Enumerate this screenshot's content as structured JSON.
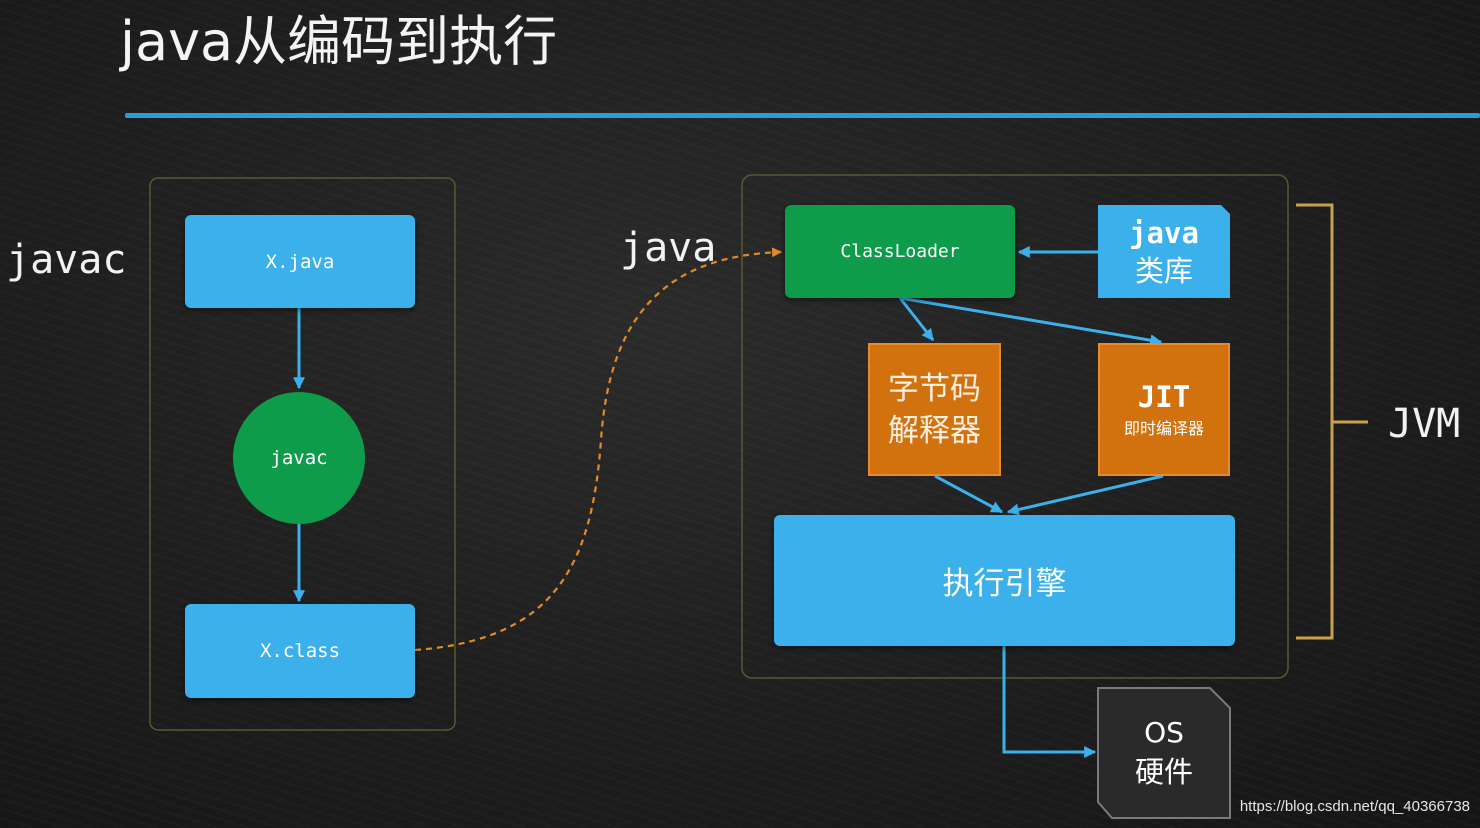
{
  "title": "java从编码到执行",
  "labels": {
    "javac": "javac",
    "java": "java",
    "jvm": "JVM"
  },
  "nodes": {
    "x_java": "X.java",
    "javac": "javac",
    "x_class": "X.class",
    "classloader": "ClassLoader",
    "java_lib": {
      "line1": "java",
      "line2": "类库"
    },
    "interpreter": {
      "line1": "字节码",
      "line2": "解释器"
    },
    "jit": {
      "line1": "JIT",
      "line2": "即时编译器"
    },
    "engine": "执行引擎",
    "os": {
      "line1": "OS",
      "line2": "硬件"
    }
  },
  "watermark": "https://blog.csdn.net/qq_40366738",
  "colors": {
    "blue": "#3bb0ea",
    "green": "#0e9c4b",
    "orange": "#d2720f",
    "rule": "#2aa5e0",
    "arrow": "#3bb0ea",
    "curve": "#e08b2a",
    "bracket": "#c9a14a",
    "frame": "#5c5732"
  }
}
